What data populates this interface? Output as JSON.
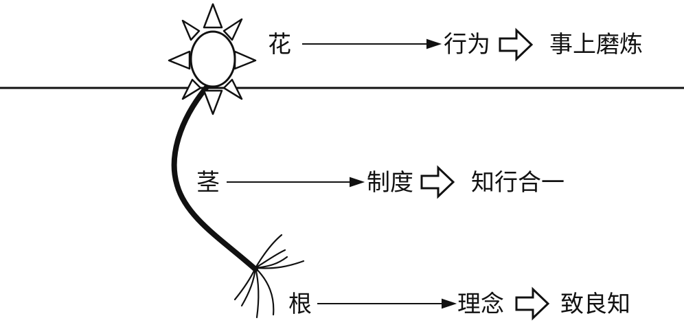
{
  "rows": [
    {
      "part": "花",
      "middle": "行为",
      "result": "事上磨炼"
    },
    {
      "part": "茎",
      "middle": "制度",
      "result": "知行合一"
    },
    {
      "part": "根",
      "middle": "理念",
      "result": "致良知"
    }
  ],
  "colors": {
    "ink": "#111111",
    "background": "#ffffff"
  },
  "icons": [
    "sun-flower-icon",
    "stem",
    "roots",
    "thin-arrow-icon",
    "hollow-arrow-icon"
  ]
}
